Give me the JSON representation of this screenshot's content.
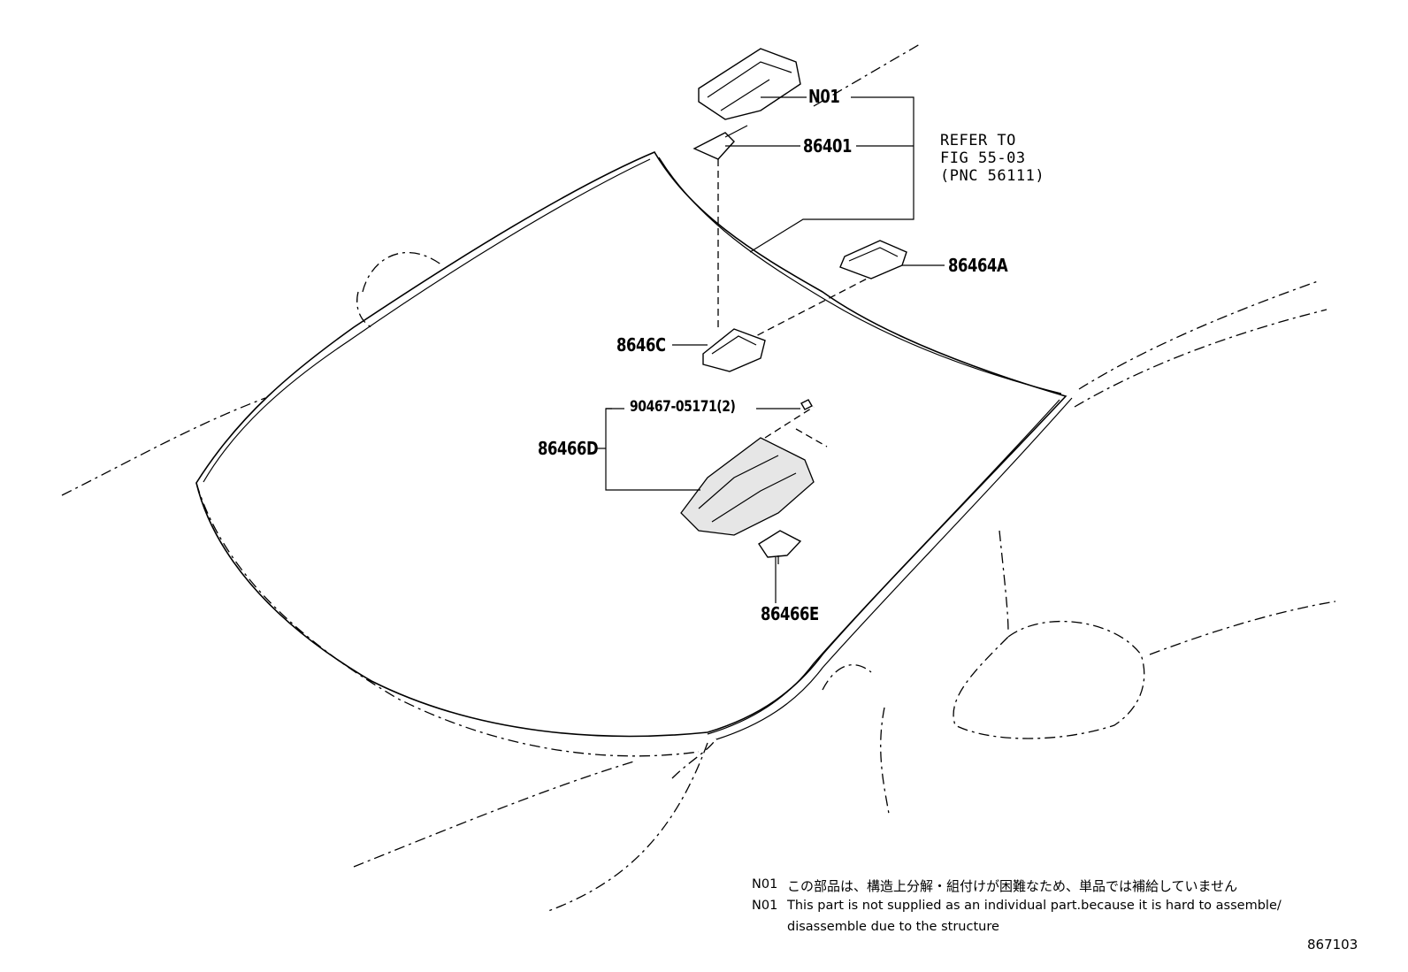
{
  "callouts": {
    "n01": "N01",
    "p86401": "86401",
    "refer_line1": "REFER TO",
    "refer_line2": "FIG 55-03",
    "refer_line3": "(PNC 56111)",
    "p86464a": "86464A",
    "p8646c": "8646C",
    "p90467": "90467-05171(2)",
    "p86466d": "86466D",
    "p86466e": "86466E"
  },
  "notes": [
    {
      "code": "N01",
      "text": "この部品は、構造上分解・組付けが困難なため、単品では補給していません"
    },
    {
      "code": "N01",
      "text": "This part is not supplied as an individual part.because it is hard to assemble/"
    },
    {
      "code": "",
      "text": "disassemble due to the structure"
    }
  ],
  "figure_id": "867103"
}
